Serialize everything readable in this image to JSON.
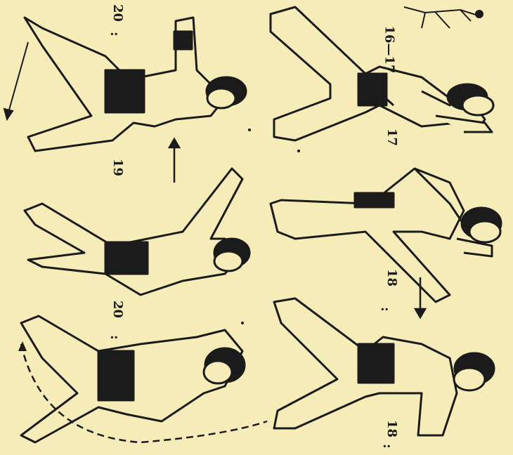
{
  "labels": {
    "step_16_17": "16—17",
    "step_17": "17",
    "step_18a": "18",
    "step_18b": "18",
    "step_19": "19",
    "step_20a": "20",
    "step_20b": "20",
    "colon_1": ":",
    "colon_2": ":",
    "colon_3": ":",
    "colon_4": ":"
  },
  "colors": {
    "paper": "#f5ecb8",
    "ink": "#1b1b1b",
    "belt": "#1b1b1b"
  }
}
